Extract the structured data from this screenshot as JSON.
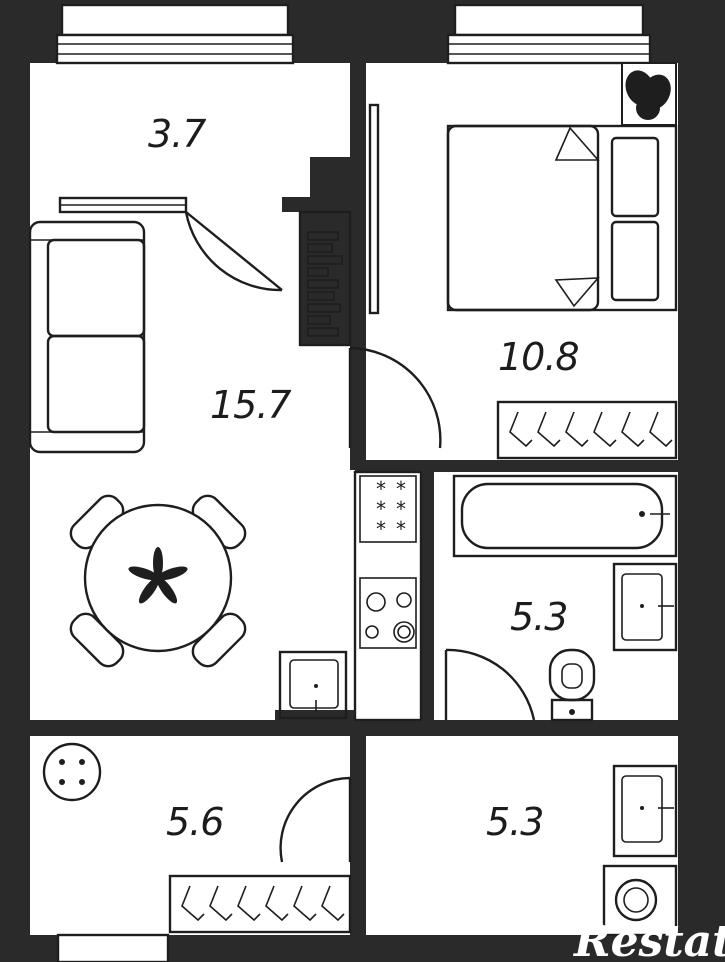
{
  "rooms": {
    "balcony_top": "3.7",
    "living": "15.7",
    "bedroom": "10.8",
    "bathroom": "5.3",
    "hallway": "5.6",
    "utility": "5.3"
  },
  "watermark": "Restate",
  "colors": {
    "wall": "#2a2a2a",
    "floor": "#ffffff",
    "line": "#1e1e1e"
  }
}
